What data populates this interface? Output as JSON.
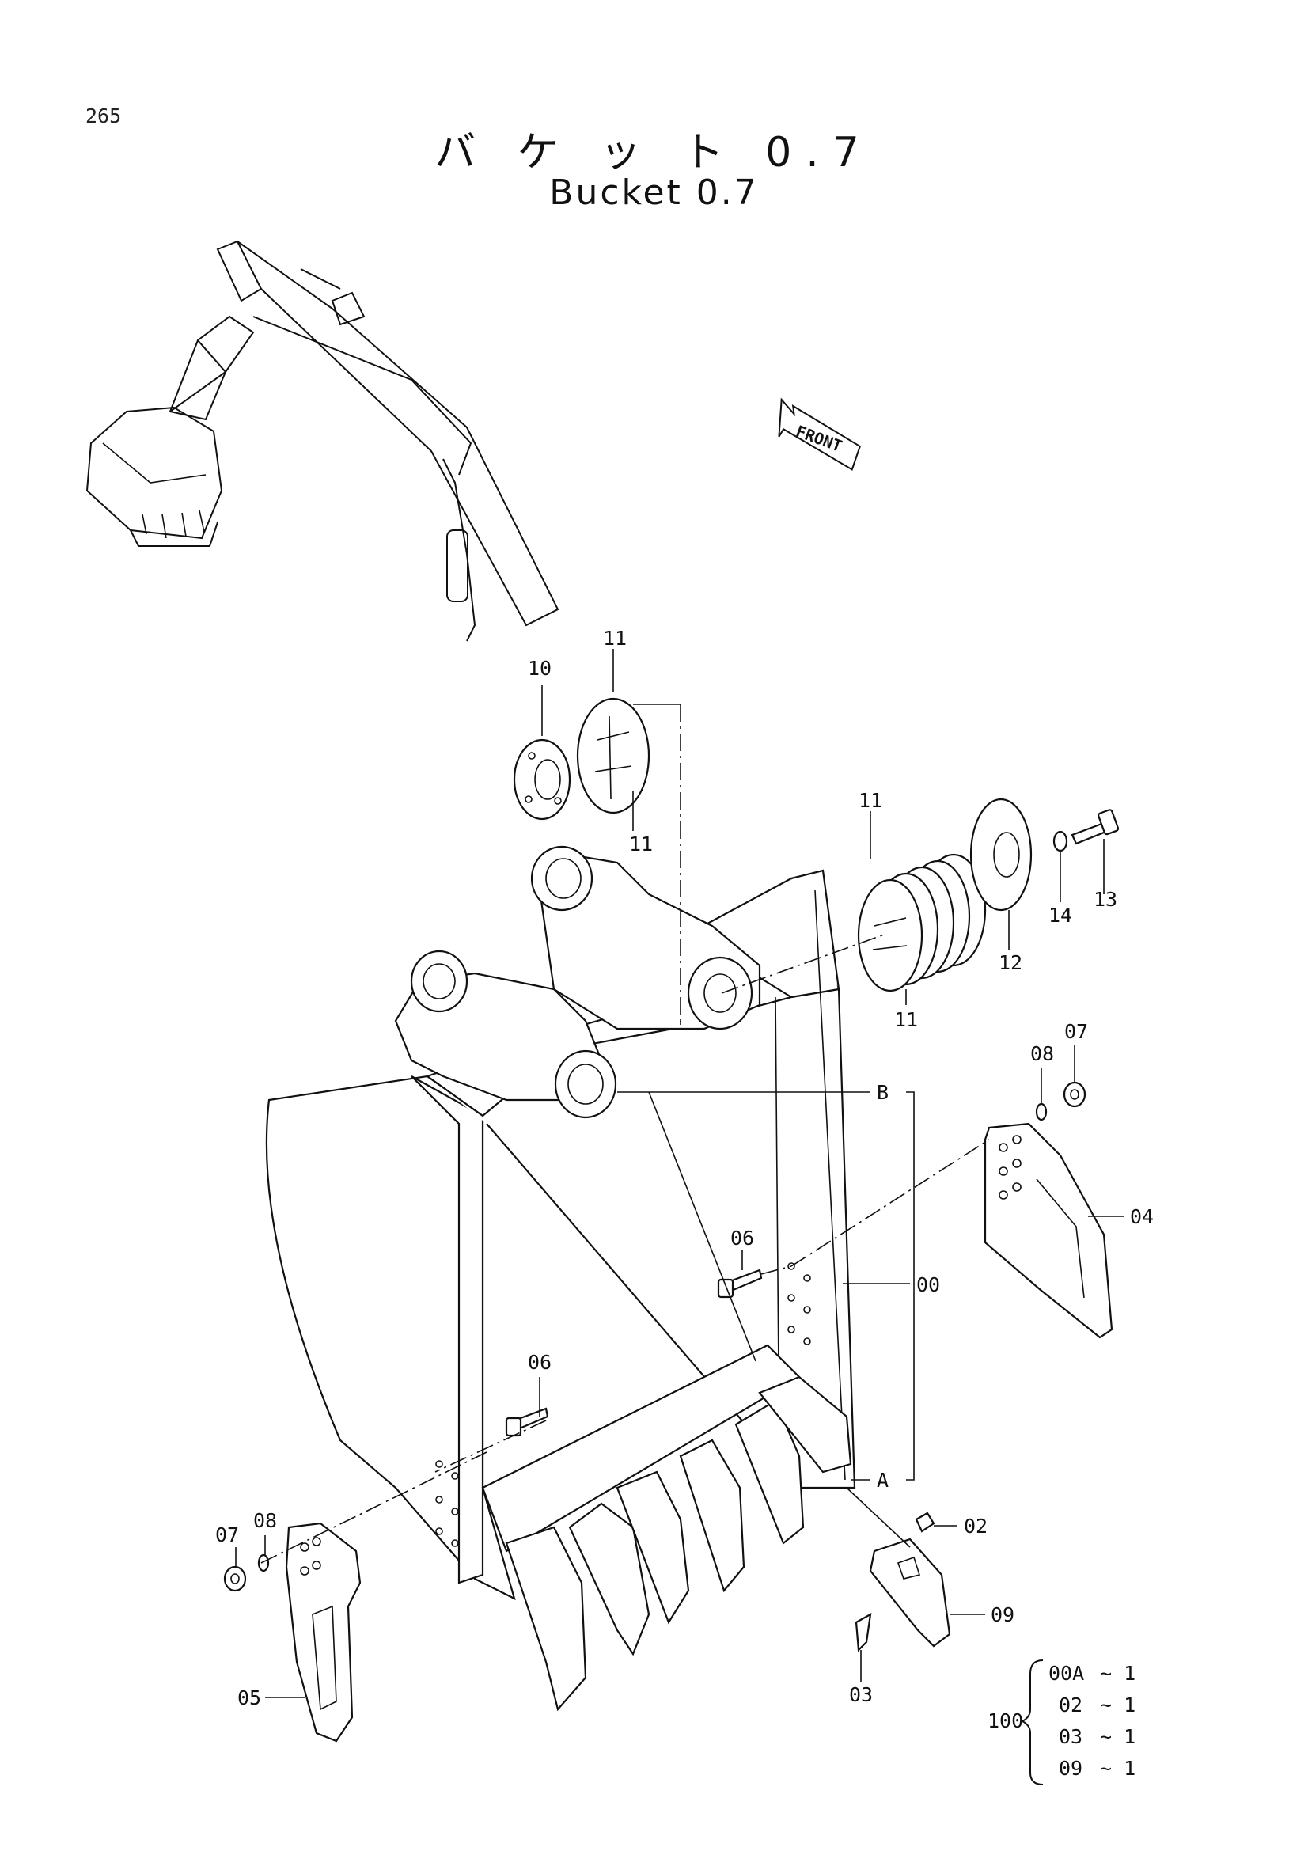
{
  "page_number": "265",
  "title_jp": "バ ケ ッ ト 0.7",
  "title_en": "Bucket 0.7",
  "front_label": "FRONT",
  "reference_letters": {
    "a": "A",
    "b": "B"
  },
  "callouts": {
    "c00": "00",
    "c02": "02",
    "c03": "03",
    "c04": "04",
    "c05": "05",
    "c06a": "06",
    "c06b": "06",
    "c07a": "07",
    "c07b": "07",
    "c08a": "08",
    "c08b": "08",
    "c09": "09",
    "c10": "10",
    "c11a": "11",
    "c11b": "11",
    "c11c": "11",
    "c11d": "11",
    "c12": "12",
    "c13": "13",
    "c14": "14"
  },
  "kit": {
    "number": "100",
    "items": [
      {
        "part": "00A",
        "qty": "~ 1"
      },
      {
        "part": "02",
        "qty": "~ 1"
      },
      {
        "part": "03",
        "qty": "~ 1"
      },
      {
        "part": "09",
        "qty": "~ 1"
      }
    ]
  }
}
